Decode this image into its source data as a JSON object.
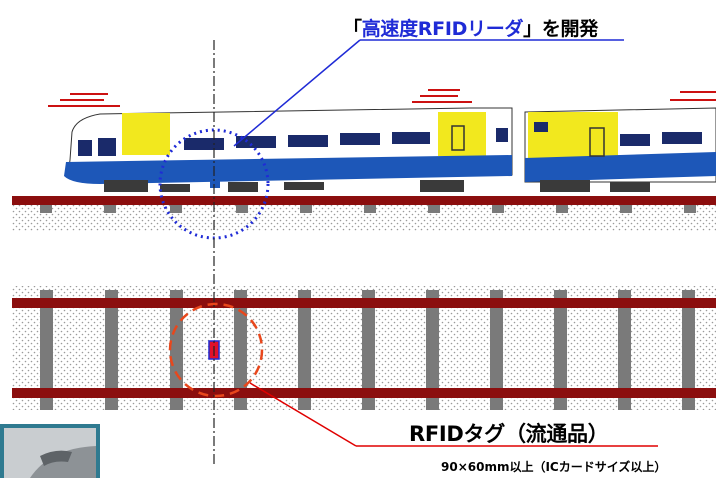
{
  "title": {
    "open_bracket": "「",
    "highlight": "高速度RFIDリーダ",
    "close_rest": "」を開発"
  },
  "tag": {
    "label": "RFIDタグ（流通品）",
    "size_note": "90×60mm以上（ICカードサイズ以上）"
  },
  "colors": {
    "rail": "#8b0e0e",
    "sleeper": "#7a7a7a",
    "train_yellow": "#f2e81e",
    "train_blue": "#1d57b8",
    "reader_circle": "#1f2bd6",
    "tag_circle": "#e8471c",
    "tag": "#e0102a"
  },
  "icons": [
    "train-icon",
    "rfid-reader-icon",
    "rfid-tag-icon",
    "camera-photo-icon"
  ]
}
